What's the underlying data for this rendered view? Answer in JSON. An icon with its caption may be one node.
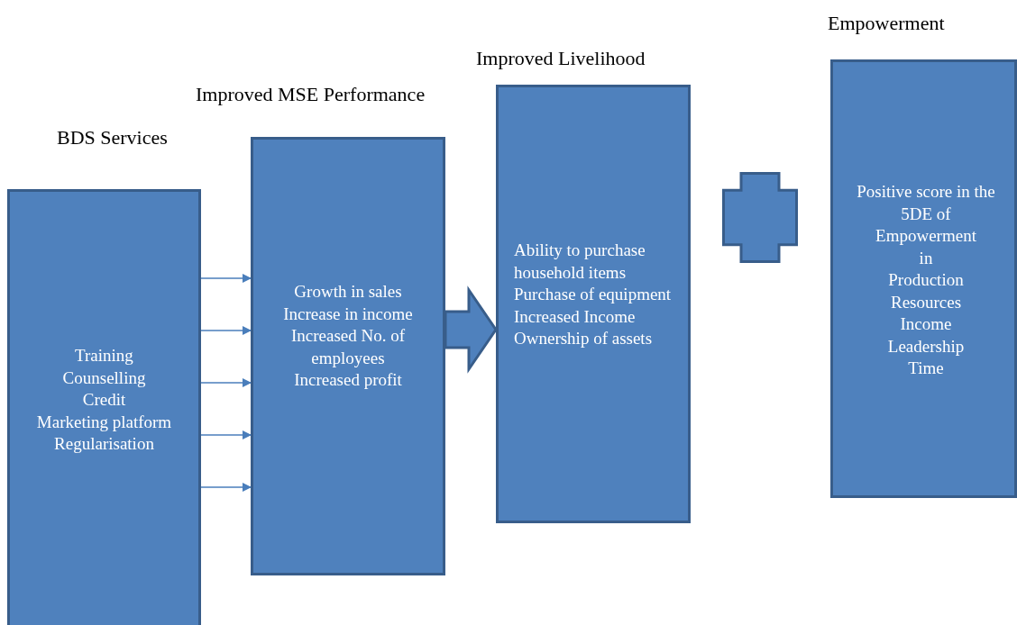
{
  "diagram": {
    "nodes": [
      {
        "text": [
          "BDS Services",
          "Training",
          "Counselling",
          "Credit",
          "Marketing platform",
          "Regularisation"
        ]
      },
      {
        "text": [
          "Improved MSE Performance",
          "Growth in sales",
          "Increase in income",
          "Increased No. of employees",
          "Increased profit"
        ]
      },
      {
        "text": [
          "Improved Livelihood",
          "Ability to purchase household items",
          "Purchase of equipment",
          "Increased Income",
          "Ownership of assets"
        ]
      },
      {
        "text": [],
        "shape": "cross"
      },
      {
        "text": [
          "Empowerment",
          "Positive score in the 5DE of",
          "Empowerment",
          "in",
          "Production",
          "Resources",
          "Income",
          "Leadership",
          "Time"
        ]
      }
    ],
    "edges": [
      {
        "from": 0,
        "to": 1,
        "arrow": "to"
      },
      {
        "from": 0,
        "to": 1,
        "arrow": "to"
      },
      {
        "from": 0,
        "to": 1,
        "arrow": "to"
      },
      {
        "from": 0,
        "to": 1,
        "arrow": "to"
      },
      {
        "from": 0,
        "to": 1,
        "arrow": "to"
      },
      {
        "from": 1,
        "to": 2,
        "arrow": "to",
        "style": "thick"
      }
    ]
  }
}
